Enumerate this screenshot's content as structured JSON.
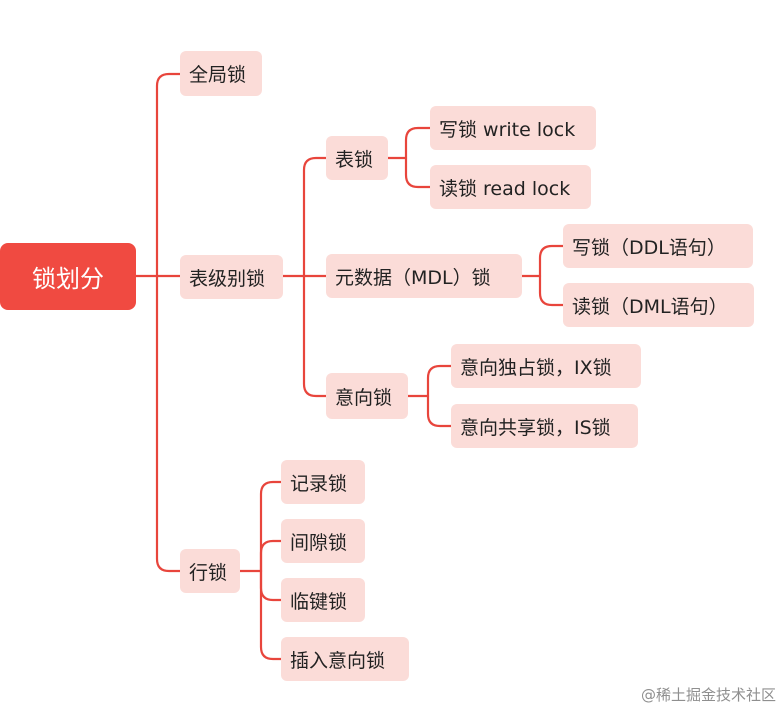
{
  "colors": {
    "root_bg": "#f04a41",
    "node_bg": "#fbdcd8",
    "line": "#e8453c",
    "text": "#222222"
  },
  "mindmap": {
    "root": "锁划分",
    "global_lock": "全局锁",
    "table_level": {
      "label": "表级别锁",
      "table_lock": {
        "label": "表锁",
        "write": "写锁 write lock",
        "read": "读锁 read lock"
      },
      "mdl": {
        "label": "元数据（MDL）锁",
        "write": "写锁（DDL语句）",
        "read": "读锁（DML语句）"
      },
      "intention": {
        "label": "意向锁",
        "ix": "意向独占锁，IX锁",
        "is": "意向共享锁，IS锁"
      }
    },
    "row_lock": {
      "label": "行锁",
      "record": "记录锁",
      "gap": "间隙锁",
      "next_key": "临键锁",
      "insert_intention": "插入意向锁"
    }
  },
  "watermark": "@稀土掘金技术社区"
}
